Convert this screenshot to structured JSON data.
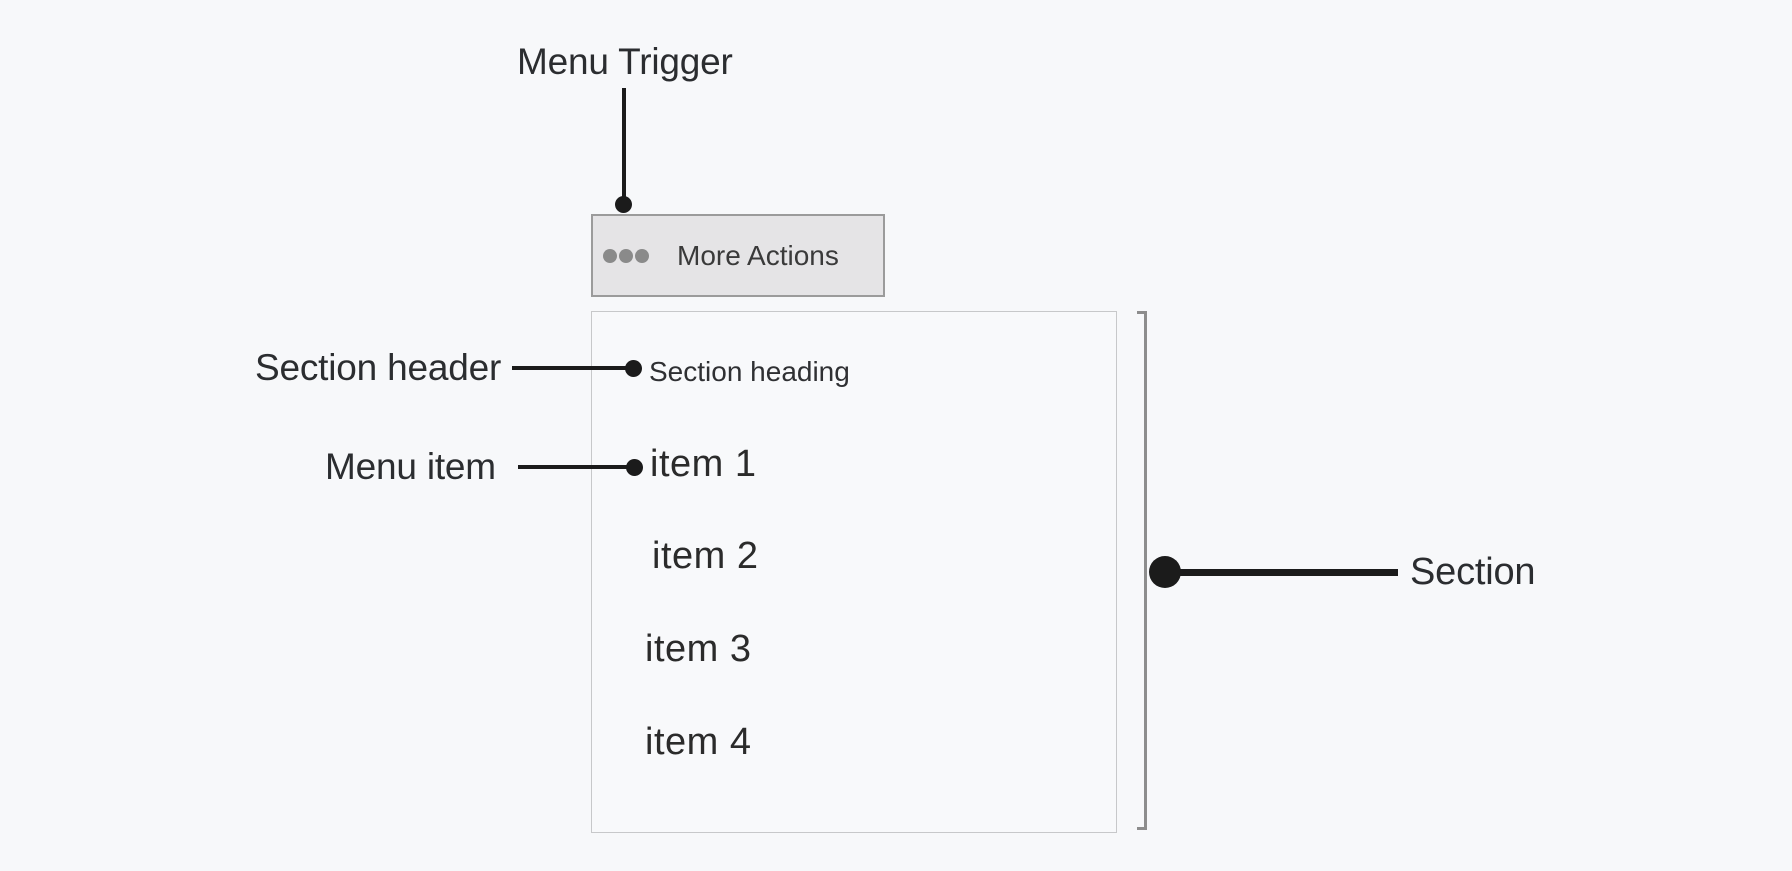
{
  "diagram": {
    "title_labels": {
      "menu_trigger": "Menu Trigger",
      "section_header": "Section header",
      "menu_item": "Menu item",
      "section": "Section"
    },
    "menu": {
      "trigger": {
        "label": "More Actions",
        "icon": "ellipsis-icon"
      },
      "section_heading": "Section heading",
      "items": [
        "item 1",
        "item 2",
        "item 3",
        "item 4"
      ]
    },
    "colors": {
      "background": "#f7f8fa",
      "annotation": "#1b1b1b",
      "bracket": "#8d8d8d",
      "button_fill": "#e5e4e6",
      "button_border": "#9b9b9b",
      "panel_border": "#c7c8ca",
      "ellipsis_gray": "#8a8a8a",
      "text_dark": "#2b2d30"
    }
  }
}
